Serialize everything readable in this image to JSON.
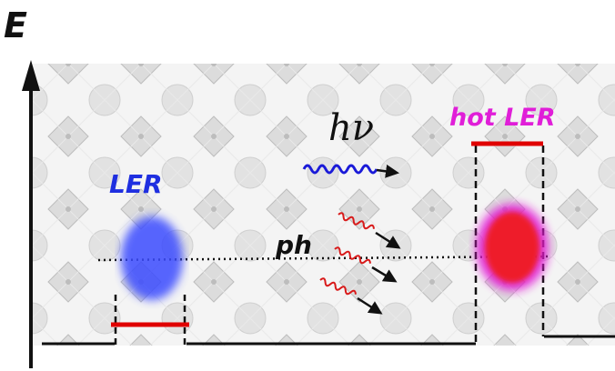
{
  "labels": {
    "energy_axis": "E",
    "ler": "LER",
    "hot_ler": "hot LER",
    "photon": "hν",
    "phonon": "ph"
  },
  "colors": {
    "ler": "#1f2fe0",
    "hot_ler": "#e01ed8",
    "level_bar": "#e00000",
    "photon_wave": "#1a1ad8",
    "phonon_wave": "#d81a1a",
    "lattice": "#d7d7d7"
  }
}
